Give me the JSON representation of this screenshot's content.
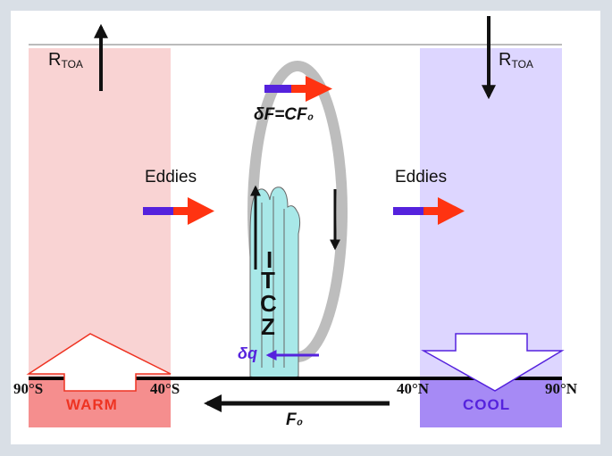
{
  "toa_label": {
    "left_main": "R",
    "left_sub": "TOA",
    "right_main": "R",
    "right_sub": "TOA"
  },
  "eddies": {
    "left": "Eddies",
    "right": "Eddies"
  },
  "flux_equation": "δF=CF₀",
  "itcz_letters": [
    "I",
    "T",
    "C",
    "Z"
  ],
  "moisture_label": "δq",
  "transport_label": "F₀",
  "latitudes": {
    "south_pole": "90°S",
    "south_mid": "40°S",
    "north_mid": "40°N",
    "north_pole": "90°N"
  },
  "zones": {
    "warm": "WARM",
    "cool": "COOL"
  },
  "colors": {
    "warm_band": "#f9d3d3",
    "cool_band": "#ddd6ff",
    "warm_box": "#f58e8e",
    "cool_box": "#a68af5",
    "warm_text": "#ee3322",
    "cool_text": "#5522dd",
    "arrow_red": "#ff3311",
    "arrow_blue": "#5522dd",
    "cloud": "#a8e8e8",
    "loop": "#bdbdbd"
  }
}
